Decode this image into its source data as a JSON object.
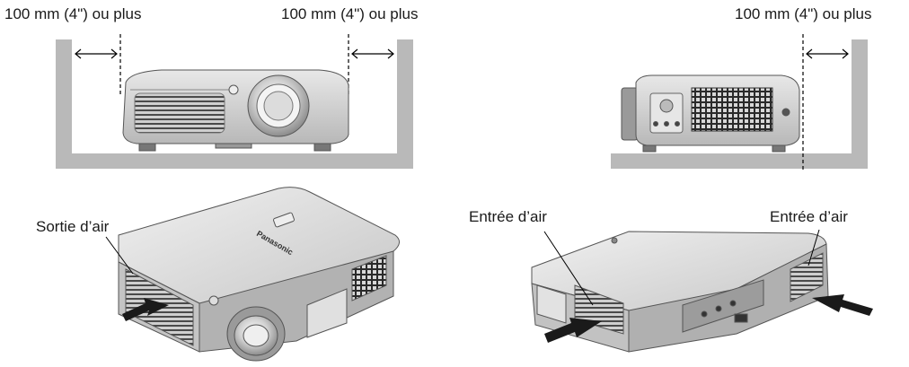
{
  "labels": {
    "clearance_left": "100 mm (4\") ou plus",
    "clearance_middle": "100 mm (4\") ou plus",
    "clearance_right": "100 mm (4\") ou plus",
    "air_outlet": "Sortie d’air",
    "air_inlet_left": "Entrée d’air",
    "air_inlet_right": "Entrée d’air"
  },
  "brand": "Panasonic",
  "colors": {
    "wall": "#b9b9b9",
    "body": "#d4d4d4",
    "body_dark": "#8a8a8a",
    "vent": "#3a3a3a",
    "arrow": "#1a1a1a"
  }
}
